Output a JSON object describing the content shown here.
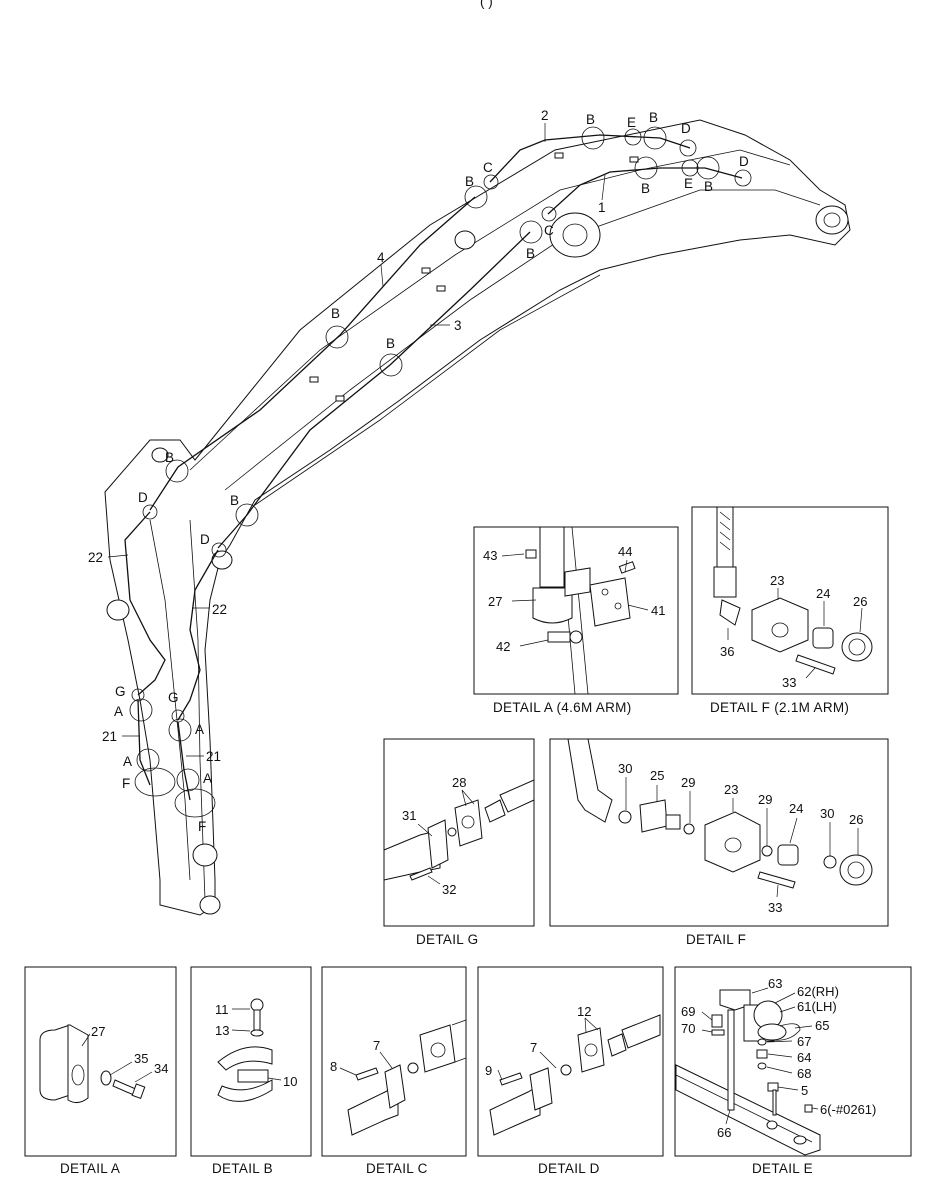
{
  "header": {
    "top_text": "(                    )"
  },
  "main_callouts": {
    "c1": "1",
    "c2": "2",
    "c3": "3",
    "c4": "4",
    "c21a": "21",
    "c21b": "21",
    "c22a": "22",
    "c22b": "22",
    "B": "B",
    "C": "C",
    "D": "D",
    "E": "E",
    "A": "A",
    "F": "F",
    "G": "G"
  },
  "detail_a46": {
    "caption": "DETAIL  A (4.6M ARM)",
    "parts": {
      "p43": "43",
      "p44": "44",
      "p27": "27",
      "p41": "41",
      "p42": "42"
    }
  },
  "detail_f21": {
    "caption": "DETAIL  F (2.1M ARM)",
    "parts": {
      "p23": "23",
      "p24": "24",
      "p26": "26",
      "p36": "36",
      "p33": "33"
    }
  },
  "detail_g": {
    "caption": "DETAIL  G",
    "parts": {
      "p28": "28",
      "p31": "31",
      "p32": "32"
    }
  },
  "detail_f": {
    "caption": "DETAIL  F",
    "parts": {
      "p30a": "30",
      "p25": "25",
      "p29a": "29",
      "p23": "23",
      "p29b": "29",
      "p24": "24",
      "p30b": "30",
      "p26": "26",
      "p33": "33"
    }
  },
  "detail_a": {
    "caption": "DETAIL  A",
    "parts": {
      "p27": "27",
      "p35": "35",
      "p34": "34"
    }
  },
  "detail_b": {
    "caption": "DETAIL  B",
    "parts": {
      "p11": "11",
      "p13": "13",
      "p10": "10"
    }
  },
  "detail_c": {
    "caption": "DETAIL  C",
    "parts": {
      "p7": "7",
      "p8": "8"
    }
  },
  "detail_d": {
    "caption": "DETAIL  D",
    "parts": {
      "p12": "12",
      "p7": "7",
      "p9": "9"
    }
  },
  "detail_e": {
    "caption": "DETAIL  E",
    "parts": {
      "p63": "63",
      "p62": "62(RH)",
      "p61": "61(LH)",
      "p69": "69",
      "p70": "70",
      "p65": "65",
      "p67": "67",
      "p64": "64",
      "p68": "68",
      "p5": "5",
      "p6": "6(-#0261)",
      "p66": "66"
    }
  }
}
